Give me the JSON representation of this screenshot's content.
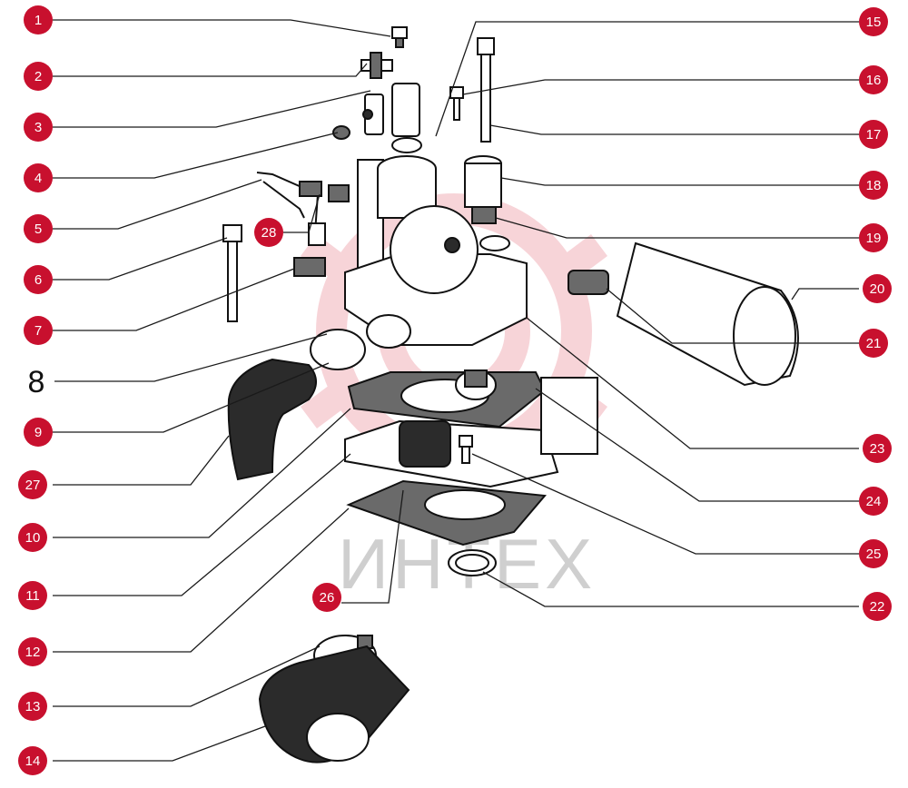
{
  "watermark_text": "ИНТЕХ",
  "callout_color": "#c8102e",
  "callouts_left": [
    "1",
    "2",
    "3",
    "4",
    "5",
    "6",
    "7",
    "8",
    "9",
    "27",
    "10",
    "11",
    "12",
    "13",
    "14"
  ],
  "callouts_right": [
    "15",
    "16",
    "17",
    "18",
    "19",
    "20",
    "21",
    "23",
    "24",
    "25",
    "22"
  ],
  "callouts_inner": [
    "28",
    "26"
  ],
  "icons": {
    "logo": "gear-logo-watermark"
  }
}
